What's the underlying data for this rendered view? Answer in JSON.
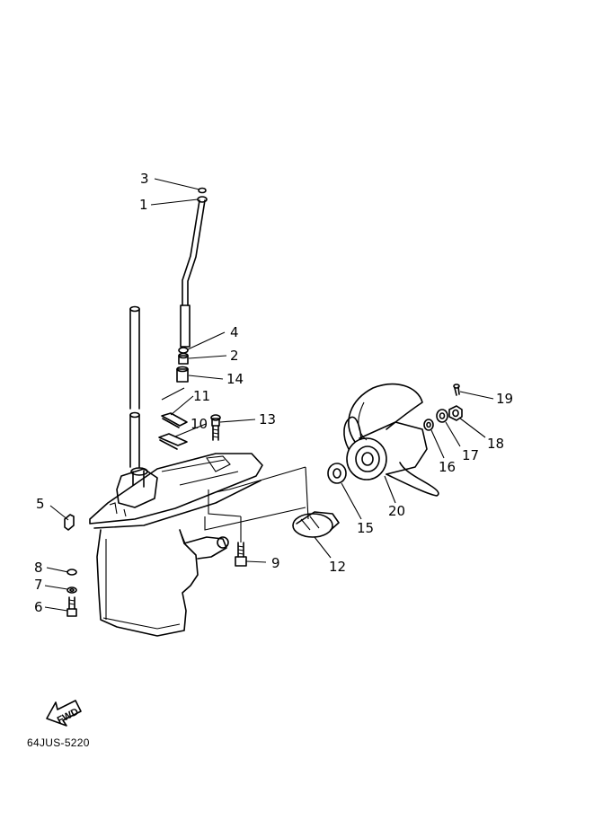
{
  "callouts": {
    "c1": "1",
    "c2": "2",
    "c3": "3",
    "c4": "4",
    "c5": "5",
    "c6": "6",
    "c7": "7",
    "c8": "8",
    "c9": "9",
    "c10": "10",
    "c11": "11",
    "c12": "12",
    "c13": "13",
    "c14": "14",
    "c15": "15",
    "c16": "16",
    "c17": "17",
    "c18": "18",
    "c19": "19",
    "c20": "20"
  },
  "fwd_label": "FWD",
  "diagram_code": "64JUS-5220"
}
